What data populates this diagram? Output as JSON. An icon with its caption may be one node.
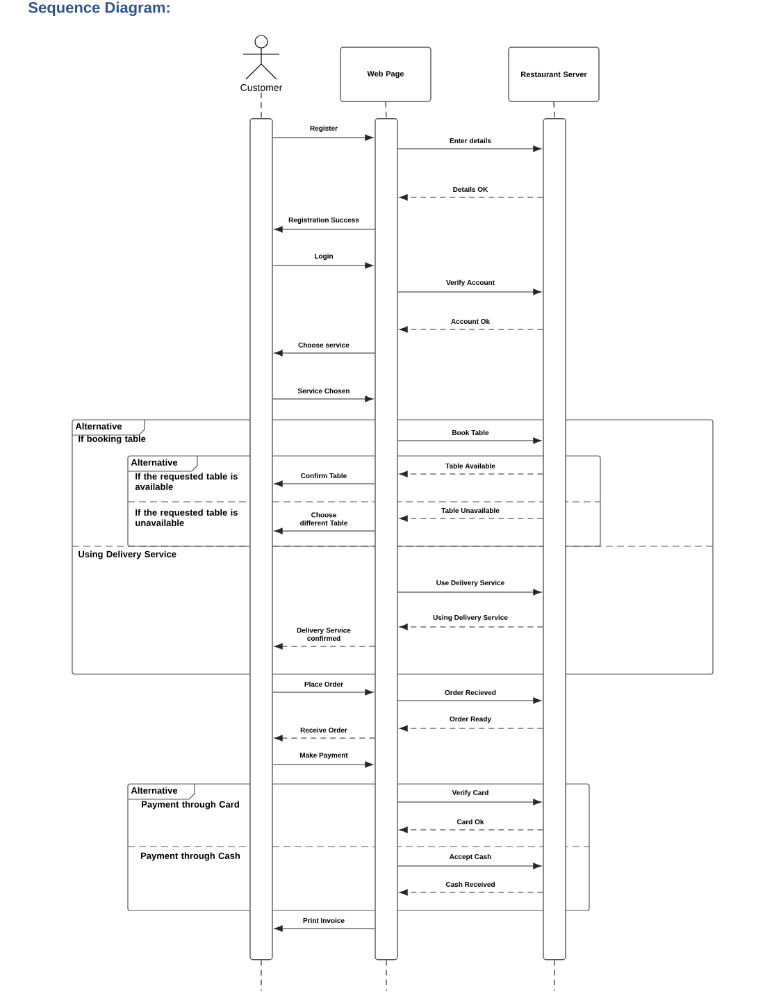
{
  "diagram": {
    "title": "Sequence Diagram:",
    "nodes": [
      {
        "text": [
          "Customer"
        ]
      },
      {
        "text": [
          "Web Page"
        ]
      },
      {
        "text": [
          "Restaurant Server"
        ]
      },
      {
        "text": [],
        "shape": "bar"
      },
      {
        "text": [],
        "shape": "bar"
      },
      {
        "text": [],
        "shape": "bar"
      }
    ],
    "edges": [
      {
        "from": 0,
        "to": 3,
        "arrow": "none",
        "style": "dashed"
      },
      {
        "from": 1,
        "to": 4,
        "arrow": "none",
        "style": "dashed"
      },
      {
        "from": 2,
        "to": 5,
        "arrow": "none",
        "style": "dashed"
      },
      {
        "from": 3,
        "to": null,
        "arrow": "none",
        "style": "dashed"
      },
      {
        "from": 4,
        "to": null,
        "arrow": "none",
        "style": "dashed"
      },
      {
        "from": 5,
        "to": null,
        "arrow": "none",
        "style": "dashed"
      },
      {
        "from": 3,
        "to": 4,
        "arrow": "to",
        "label": "Register"
      },
      {
        "from": 4,
        "to": 5,
        "arrow": "to",
        "label": "Enter details"
      },
      {
        "from": 5,
        "to": 4,
        "arrow": "to",
        "label": "Details OK",
        "style": "dashed"
      },
      {
        "from": 4,
        "to": 3,
        "arrow": "to",
        "label": "Registration Success"
      },
      {
        "from": 3,
        "to": 4,
        "arrow": "to",
        "label": "Login"
      },
      {
        "from": 4,
        "to": 5,
        "arrow": "to",
        "label": "Verify Account"
      },
      {
        "from": 5,
        "to": 4,
        "arrow": "to",
        "label": "Account Ok",
        "style": "dashed"
      },
      {
        "from": 4,
        "to": 3,
        "arrow": "to",
        "label": "Choose service"
      },
      {
        "from": 3,
        "to": 4,
        "arrow": "to",
        "label": "Service Chosen"
      },
      {
        "from": 4,
        "to": 5,
        "arrow": "to",
        "label": "Book Table"
      },
      {
        "from": 5,
        "to": 4,
        "arrow": "to",
        "label": "Table Available",
        "style": "dashed"
      },
      {
        "from": 4,
        "to": 3,
        "arrow": "to",
        "label": "Confirm Table"
      },
      {
        "from": 5,
        "to": 4,
        "arrow": "to",
        "label": "Table Unavailable",
        "style": "dashed"
      },
      {
        "from": 4,
        "to": 3,
        "arrow": "to",
        "label": "Choose different Table"
      },
      {
        "from": 4,
        "to": 5,
        "arrow": "to",
        "label": "Use Delivery Service"
      },
      {
        "from": 5,
        "to": 4,
        "arrow": "to",
        "label": "Using Delivery Service",
        "style": "dashed"
      },
      {
        "from": 4,
        "to": 3,
        "arrow": "to",
        "label": "Delivery Service confirmed",
        "style": "dashed"
      },
      {
        "from": 3,
        "to": 4,
        "arrow": "to",
        "label": "Place Order"
      },
      {
        "from": 4,
        "to": 5,
        "arrow": "to",
        "label": "Order Recieved"
      },
      {
        "from": 5,
        "to": 4,
        "arrow": "to",
        "label": "Order Ready",
        "style": "dashed"
      },
      {
        "from": 4,
        "to": 3,
        "arrow": "to",
        "label": "Receive Order",
        "style": "dashed"
      },
      {
        "from": 3,
        "to": 4,
        "arrow": "to",
        "label": "Make Payment"
      },
      {
        "from": 4,
        "to": 5,
        "arrow": "to",
        "label": "Verify Card"
      },
      {
        "from": 5,
        "to": 4,
        "arrow": "to",
        "label": "Card Ok",
        "style": "dashed"
      },
      {
        "from": 4,
        "to": 5,
        "arrow": "to",
        "label": "Accept Cash"
      },
      {
        "from": 5,
        "to": 4,
        "arrow": "to",
        "label": "Cash Received",
        "style": "dashed"
      },
      {
        "from": 4,
        "to": 3,
        "arrow": "to",
        "label": "Print Invoice"
      }
    ],
    "labels": [
      "Alternative",
      "If booking table",
      "Alternative",
      "If the requested table is available",
      "If the requested table is unavailable",
      "Using Delivery Service",
      "Alternative",
      "Payment through Card",
      "Payment through Cash"
    ]
  }
}
